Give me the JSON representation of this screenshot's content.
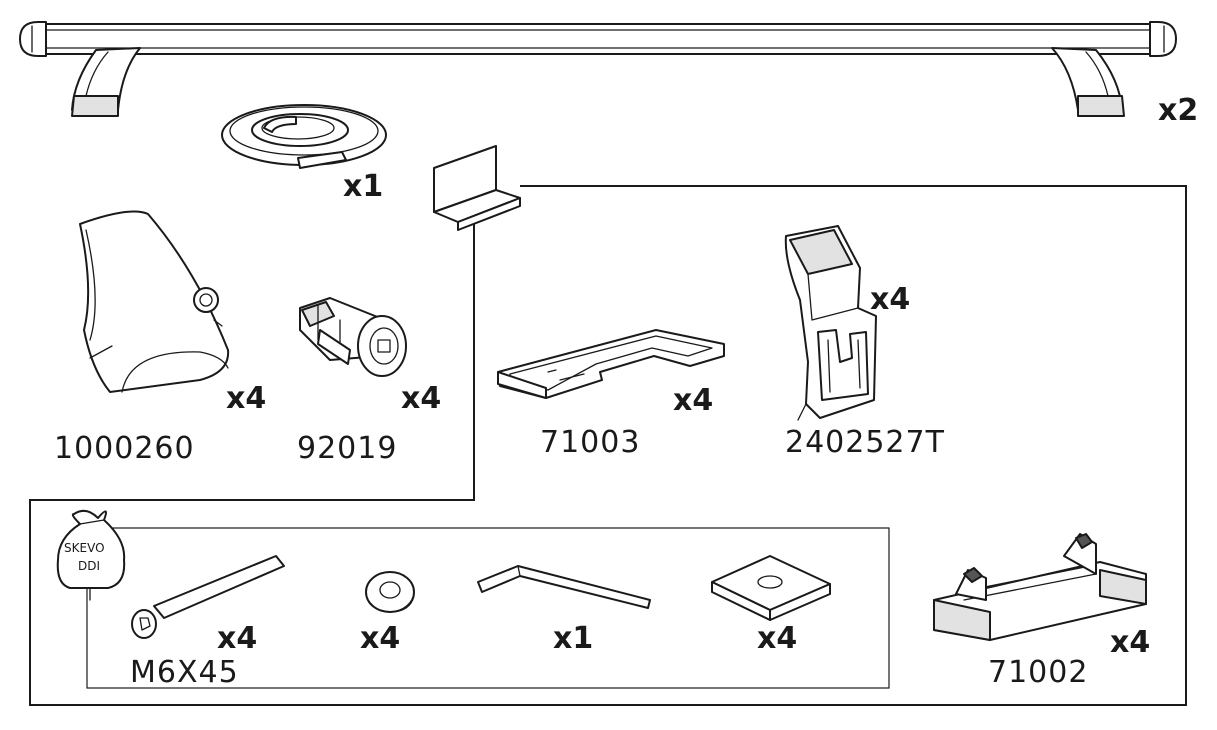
{
  "parts": {
    "roof_bar": {
      "quantity": "x2"
    },
    "rubber_strip": {
      "quantity": "x1"
    },
    "foot_cover": {
      "quantity": "x4",
      "code": "1000260"
    },
    "lock_cylinder": {
      "quantity": "x4",
      "code": "92019"
    },
    "bracket_71003": {
      "quantity": "x4",
      "code": "71003"
    },
    "clamp_2402527T": {
      "quantity": "x4",
      "code": "2402527T"
    },
    "foot_pad_71002": {
      "quantity": "x4",
      "code": "71002"
    },
    "bolt": {
      "quantity": "x4",
      "code": "M6X45"
    },
    "washer": {
      "quantity": "x4"
    },
    "allen_key": {
      "quantity": "x1"
    },
    "square_plate": {
      "quantity": "x4"
    }
  },
  "bag": {
    "line1": "SKEVO",
    "line2": "DDI"
  }
}
